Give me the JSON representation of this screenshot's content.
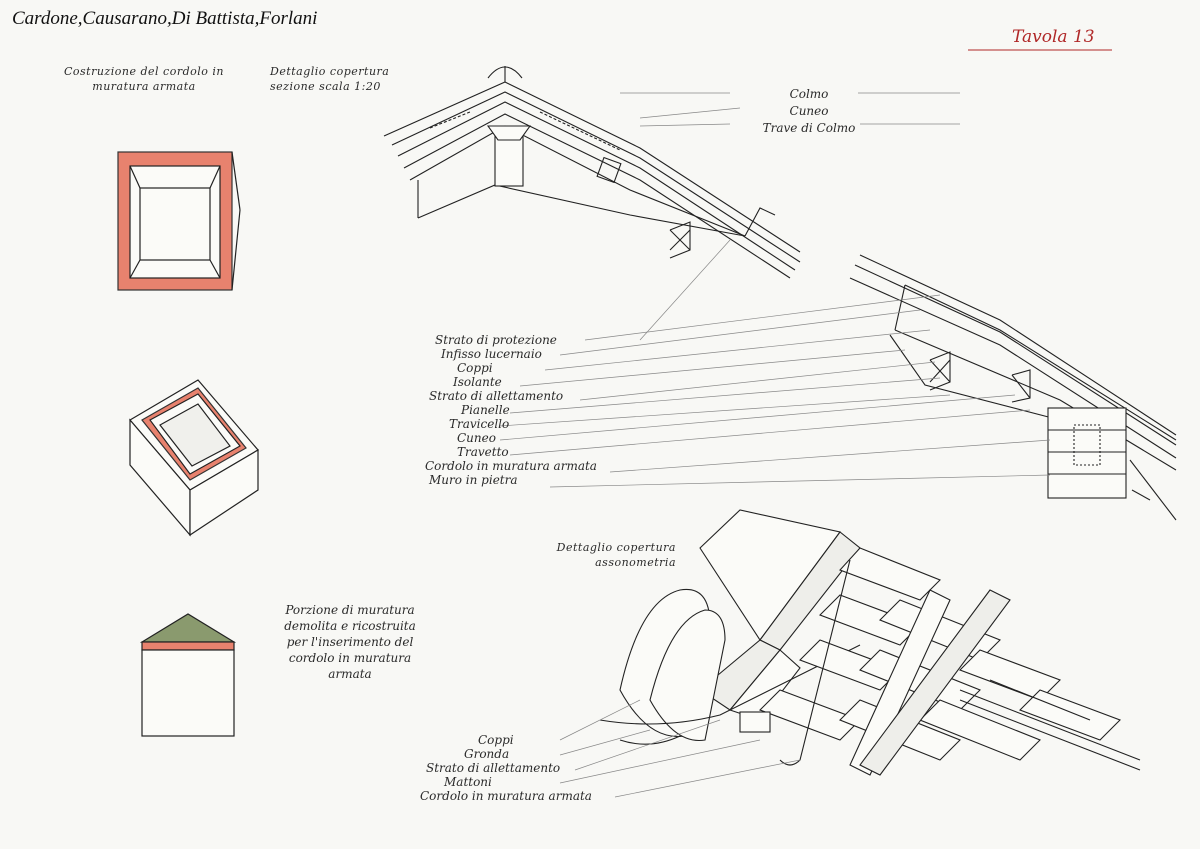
{
  "header": {
    "authors": "Cardone,Causarano,Di Battista,Forlani",
    "sheet_label": "Tavola 13"
  },
  "titles": {
    "cordolo_line1": "Costruzione del cordolo in",
    "cordolo_line2": "muratura armata",
    "section_line1": "Dettaglio copertura",
    "section_line2": "sezione scala 1:20",
    "axon_line1": "Dettaglio copertura",
    "axon_line2": "assonometria"
  },
  "ridge_labels": [
    "Colmo",
    "Cuneo",
    "Trave di Colmo"
  ],
  "section_labels": [
    "Strato di protezione",
    "Infisso lucernaio",
    "Coppi",
    "Isolante",
    "Strato di allettamento",
    "Pianelle",
    "Travicello",
    "Cuneo",
    "Travetto",
    "Cordolo in muratura armata",
    "Muro in pietra"
  ],
  "note_lines": [
    "Porzione di muratura",
    "demolita e ricostruita",
    "per l'inserimento del",
    "cordolo in muratura",
    "armata"
  ],
  "axon_labels": [
    "Coppi",
    "Gronda",
    "Strato di allettamento",
    "Mattoni",
    "Cordolo in muratura armata"
  ],
  "colors": {
    "cordolo_red": "#e8826e",
    "roof_green": "#8a9a6e",
    "sheet_red": "#b02828"
  }
}
